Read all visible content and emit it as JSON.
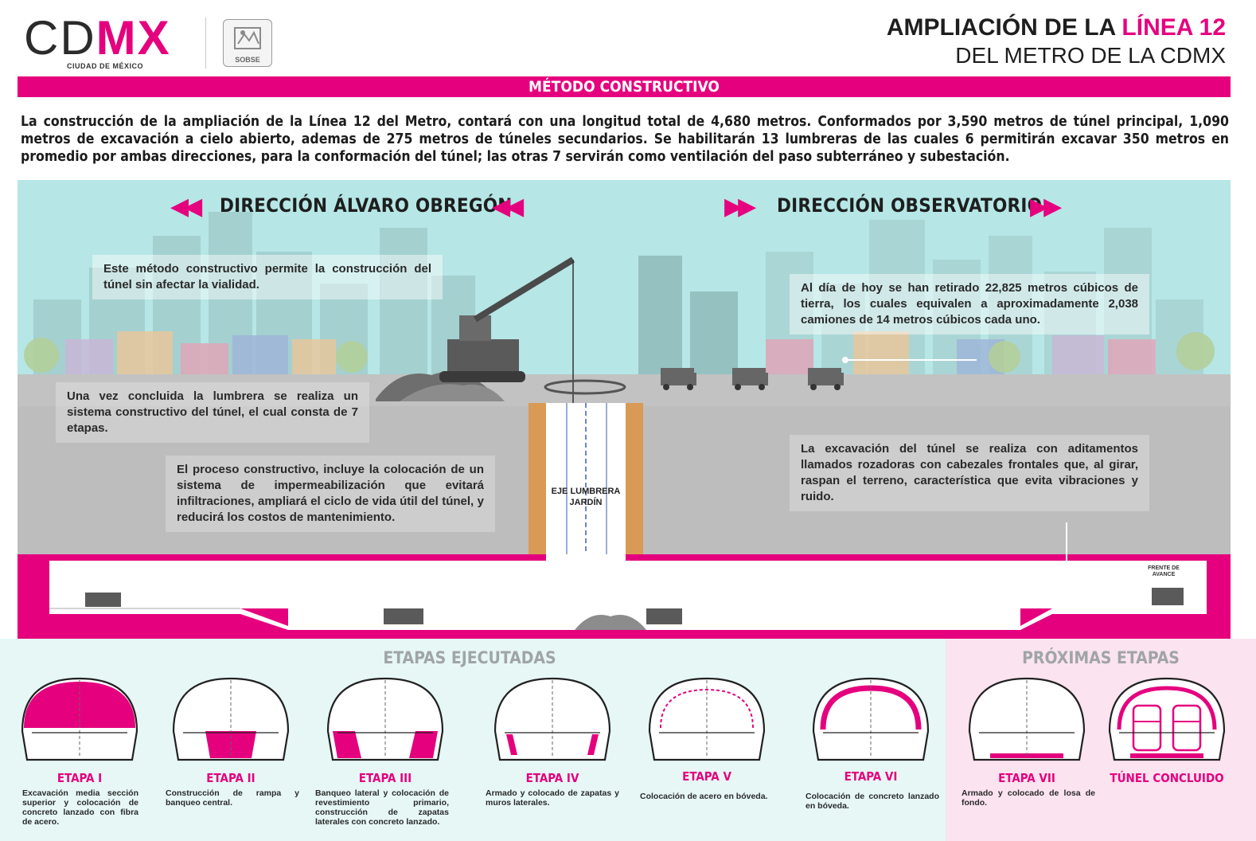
{
  "header": {
    "logo_cd": "CD",
    "logo_mx": "MX",
    "logo_subtitle": "CIUDAD DE MÉXICO",
    "sobse_label": "SOBSE",
    "title_line1_prefix": "AMPLIACIÓN DE LA ",
    "title_line1_highlight": "LÍNEA 12",
    "title_line2": "DEL  METRO DE LA CDMX"
  },
  "section_title": "MÉTODO CONSTRUCTIVO",
  "intro": "La construcción de la ampliación de la Línea 12 del Metro, contará con una longitud total de 4,680 metros. Conformados por 3,590 metros de túnel principal, 1,090 metros de excavación a cielo abierto, ademas de 275 metros de túneles secundarios. Se habilitarán 13 lumbreras de las cuales 6 permitirán excavar 350 metros en promedio por ambas direcciones, para la conformación del túnel; las otras 7 servirán como ventilación del paso subterráneo y subestación.",
  "scene": {
    "direction_left": "DIRECCIÓN ÁLVARO OBREGÓN",
    "direction_right": "DIRECCIÓN OBSERVATORIO",
    "note_1": "Este método constructivo permite la construcción del túnel sin afectar la vialidad.",
    "note_2": "Al día de hoy se han retirado 22,825 metros cúbicos de tierra, los cuales equivalen a aproximadamente 2,038 camiones de 14 metros cúbicos cada uno.",
    "note_3": "Una vez concluida la lumbrera se realiza un sistema constructivo del túnel, el cual consta de 7 etapas.",
    "note_4": "El proceso constructivo, incluye la colocación de un sistema de impermeabilización que evitará infiltraciones, ampliará el ciclo de vida útil del túnel, y reducirá los costos de mantenimiento.",
    "note_5": "La excavación del túnel se realiza con aditamentos llamados rozadoras con cabezales frontales que, al girar, raspan el terreno, característica que evita vibraciones y ruido.",
    "lumbrera_line1": "EJE LUMBRERA",
    "lumbrera_line2": "JARDÍN",
    "frente_line1": "FRENTE DE",
    "frente_line2": "AVANCE"
  },
  "stages": {
    "executed_title": "ETAPAS EJECUTADAS",
    "next_title": "PRÓXIMAS ETAPAS",
    "items": [
      {
        "label": "ETAPA I",
        "desc": "Excavación media sección superior y colocación de concreto lanzado con fibra de acero."
      },
      {
        "label": "ETAPA II",
        "desc": "Construcción de rampa y banqueo central."
      },
      {
        "label": "ETAPA III",
        "desc": "Banqueo lateral y colocación de revestimiento primario, construcción de zapatas laterales con concreto lanzado."
      },
      {
        "label": "ETAPA IV",
        "desc": "Armado y colocado de zapatas y muros laterales."
      },
      {
        "label": "ETAPA V",
        "desc": "Colocación de acero en bóveda."
      },
      {
        "label": "ETAPA VI",
        "desc": "Colocación de concreto lanzado en bóveda."
      },
      {
        "label": "ETAPA VII",
        "desc": "Armado y colocado de losa de fondo."
      },
      {
        "label": "TÚNEL CONCLUIDO",
        "desc": ""
      }
    ]
  },
  "colors": {
    "brand_pink": "#e5007e",
    "sky": "#b6e6e6",
    "ground": "#bdbdbd",
    "stages_bg": "#e6f7f6",
    "next_bg": "#fbe3ef"
  }
}
